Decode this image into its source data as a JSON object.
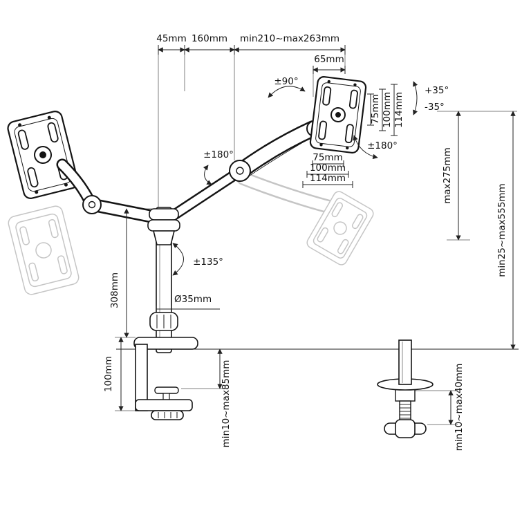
{
  "title": "Gas-spring dual monitor desk mount dimension diagram",
  "colors": {
    "line": "#141414",
    "ghost": "#c5c5c5",
    "dimension": "#222222"
  },
  "labels": {
    "top_45": "45mm",
    "top_160": "160mm",
    "top_reach_range": "min210~max263mm",
    "offset_65": "65mm",
    "rotation_90": "±90°",
    "rotation_180_arm": "±180°",
    "tilt_up": "+35°",
    "tilt_down": "-35°",
    "vesa_side_75": "75mm",
    "vesa_side_100": "100mm",
    "vesa_side_114": "114mm",
    "rotation_180_vesa": "±180°",
    "vesa_bottom_75": "75mm",
    "vesa_bottom_100": "100mm",
    "vesa_bottom_114": "114mm",
    "height_max275": "max275mm",
    "height_range": "min25~max555mm",
    "rotation_135": "±135°",
    "pole_308": "308mm",
    "pole_diameter": "Ø35mm",
    "clamp_100": "100mm",
    "clamp_range": "min10~max85mm",
    "grommet_range": "min10~max40mm"
  }
}
